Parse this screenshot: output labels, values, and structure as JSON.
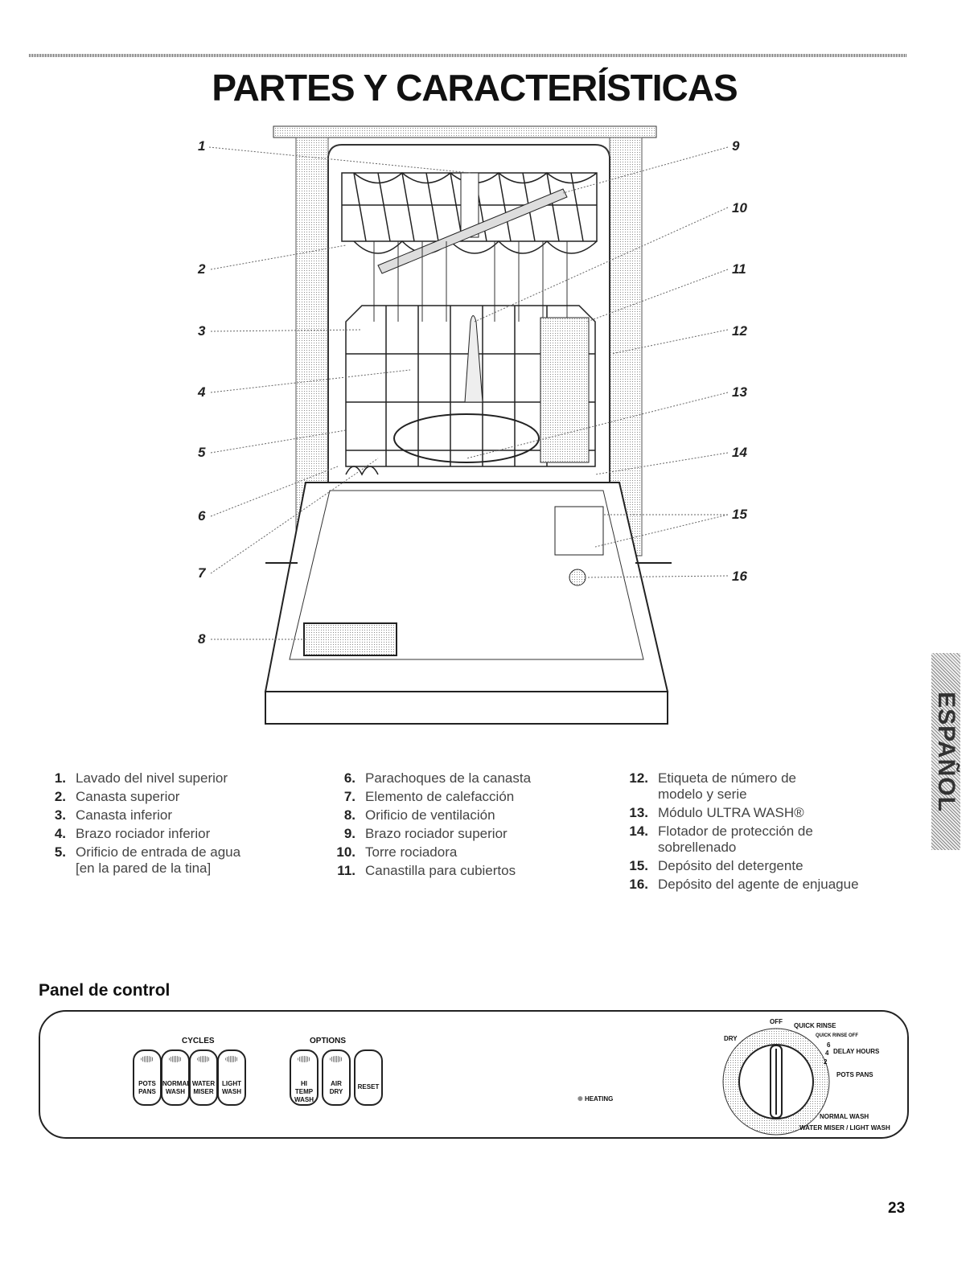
{
  "title": "PARTES Y CARACTERÍSTICAS",
  "callouts": [
    "1",
    "2",
    "3",
    "4",
    "5",
    "6",
    "7",
    "8",
    "9",
    "10",
    "11",
    "12",
    "13",
    "14",
    "15",
    "16"
  ],
  "legend": {
    "col1": [
      {
        "n": "1.",
        "t": "Lavado del nivel superior"
      },
      {
        "n": "2.",
        "t": "Canasta superior"
      },
      {
        "n": "3.",
        "t": "Canasta inferior"
      },
      {
        "n": "4.",
        "t": "Brazo rociador inferior"
      },
      {
        "n": "5.",
        "t": "Orificio de entrada de agua [en la pared de la tina]"
      }
    ],
    "col2": [
      {
        "n": "6.",
        "t": "Parachoques de la canasta"
      },
      {
        "n": "7.",
        "t": "Elemento de calefacción"
      },
      {
        "n": "8.",
        "t": "Orificio de ventilación"
      },
      {
        "n": "9.",
        "t": "Brazo rociador superior"
      },
      {
        "n": "10.",
        "t": "Torre rociadora"
      },
      {
        "n": "11.",
        "t": "Canastilla para cubiertos"
      }
    ],
    "col3": [
      {
        "n": "12.",
        "t": "Etiqueta de número de modelo y serie"
      },
      {
        "n": "13.",
        "t": "Módulo ULTRA WASH®"
      },
      {
        "n": "14.",
        "t": "Flotador de protección de sobrellenado"
      },
      {
        "n": "15.",
        "t": "Depósito del detergente"
      },
      {
        "n": "16.",
        "t": "Depósito del agente de enjuague"
      }
    ]
  },
  "side_tab": "ESPAÑOL",
  "control_panel": {
    "heading": "Panel de control",
    "cycles_label": "CYCLES",
    "options_label": "OPTIONS",
    "cycle_buttons": [
      {
        "l1": "POTS",
        "l2": "PANS"
      },
      {
        "l1": "NORMAL",
        "l2": "WASH"
      },
      {
        "l1": "WATER",
        "l2": "MISER"
      },
      {
        "l1": "LIGHT",
        "l2": "WASH"
      }
    ],
    "option_buttons": [
      {
        "l1": "HI TEMP",
        "l2": "WASH"
      },
      {
        "l1": "AIR",
        "l2": "DRY"
      },
      {
        "l1": "RESET",
        "l2": ""
      }
    ],
    "heating": "HEATING",
    "dial": {
      "off": "OFF",
      "quick_rinse": "QUICK RINSE",
      "quick_rinse_off": "QUICK RINSE OFF",
      "dry": "DRY",
      "delay_hours": "DELAY HOURS",
      "n6": "6",
      "n4": "4",
      "n2": "2",
      "pots_pans": "POTS PANS",
      "normal_wash": "NORMAL WASH",
      "water_miser": "WATER MISER / LIGHT WASH"
    }
  },
  "page_number": "23"
}
